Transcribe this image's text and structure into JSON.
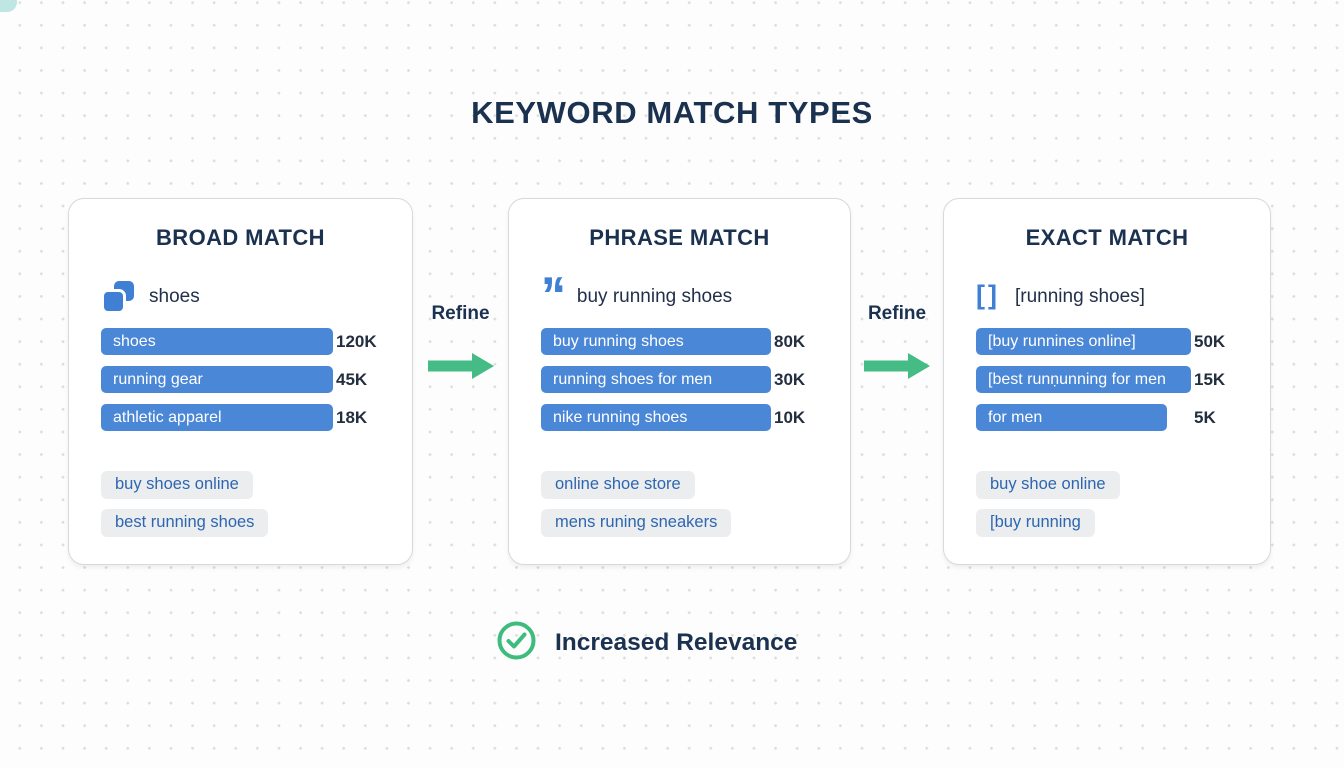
{
  "title": "KEYWORD MATCH TYPES",
  "colors": {
    "navy_text": "#1b3150",
    "bar_blue": "#4a87d6",
    "icon_blue": "#3f7fd4",
    "arrow_green": "#45bb86",
    "check_green": "#3dbc7e",
    "chip_bg": "#ecedef",
    "chip_text": "#2d66b0",
    "value_text": "#232f3f"
  },
  "cards": [
    {
      "title": "BROAD MATCH",
      "icon": "overlapping-squares",
      "keyword": "shoes",
      "bars": [
        {
          "label": "shoes",
          "value": "120K",
          "width_pct": 83
        },
        {
          "label": "running gear",
          "value": "45K",
          "width_pct": 83
        },
        {
          "label": "athletic apparel",
          "value": "18K",
          "width_pct": 83
        }
      ],
      "chips": [
        "buy shoes online",
        "best running shoes"
      ]
    },
    {
      "title": "PHRASE MATCH",
      "icon": "quote-marks",
      "keyword": "buy running shoes",
      "bars": [
        {
          "label": "buy running shoes",
          "value": "80K",
          "width_pct": 83
        },
        {
          "label": "running shoes for men",
          "value": "30K",
          "width_pct": 83
        },
        {
          "label": "nike running shoes",
          "value": "10K",
          "width_pct": 83
        }
      ],
      "chips": [
        "online shoe store",
        "mens runing sneakers"
      ]
    },
    {
      "title": "EXACT MATCH",
      "icon": "square-brackets",
      "keyword": "[running shoes]",
      "bars": [
        {
          "label": "[buy runnines online]",
          "value": "50K",
          "width_pct": 82
        },
        {
          "label": "[best runṇunning for men",
          "value": "15K",
          "width_pct": 82
        },
        {
          "label": "for men",
          "value": "5K",
          "width_pct": 73
        }
      ],
      "chips": [
        "buy shoe online",
        "[buy running"
      ]
    }
  ],
  "connectors": [
    {
      "label": "Refine"
    },
    {
      "label": "Refine"
    }
  ],
  "footer": {
    "label": "Increased Relevance"
  },
  "glyphs": {
    "quote_left": "’",
    "quote_right": "‘",
    "bracket_open": "[",
    "bracket_close": "]"
  }
}
